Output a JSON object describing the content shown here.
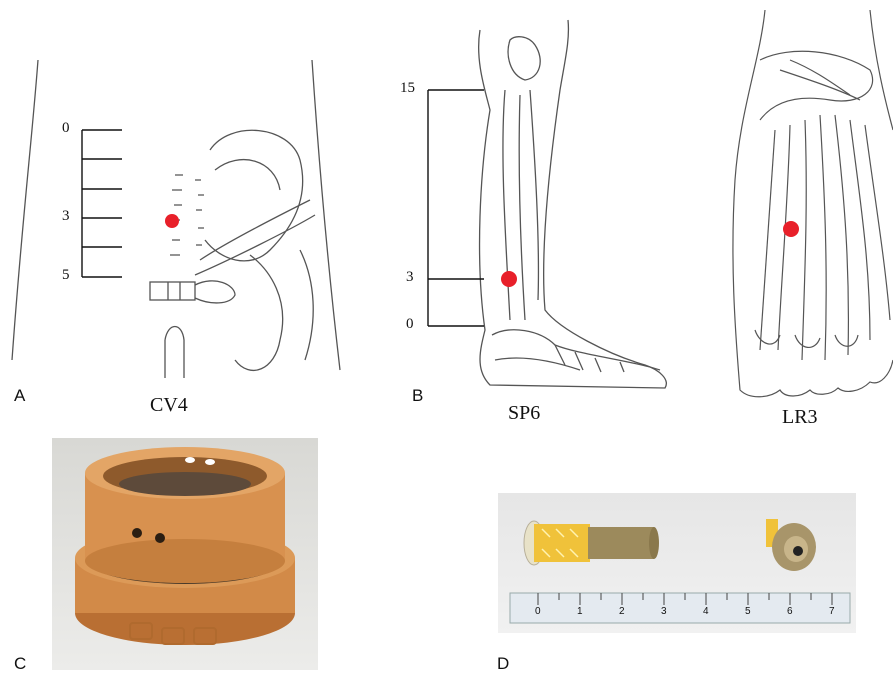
{
  "panels": {
    "a": {
      "label": "A",
      "caption": "CV4",
      "ticks": [
        "0",
        "3",
        "5"
      ]
    },
    "b": {
      "label": "B",
      "caption": "SP6",
      "ticks": [
        "15",
        "3",
        "0"
      ]
    },
    "lr3": {
      "caption": "LR3"
    },
    "c": {
      "label": "C"
    },
    "d": {
      "label": "D",
      "ruler_numbers": [
        "0",
        "1",
        "2",
        "3",
        "4",
        "5",
        "6",
        "7"
      ]
    }
  },
  "colors": {
    "acupoint": "#e8202a",
    "line_art": "#555555",
    "device_orange": "#d9924e",
    "moxa_yellow": "#f0c23a"
  }
}
